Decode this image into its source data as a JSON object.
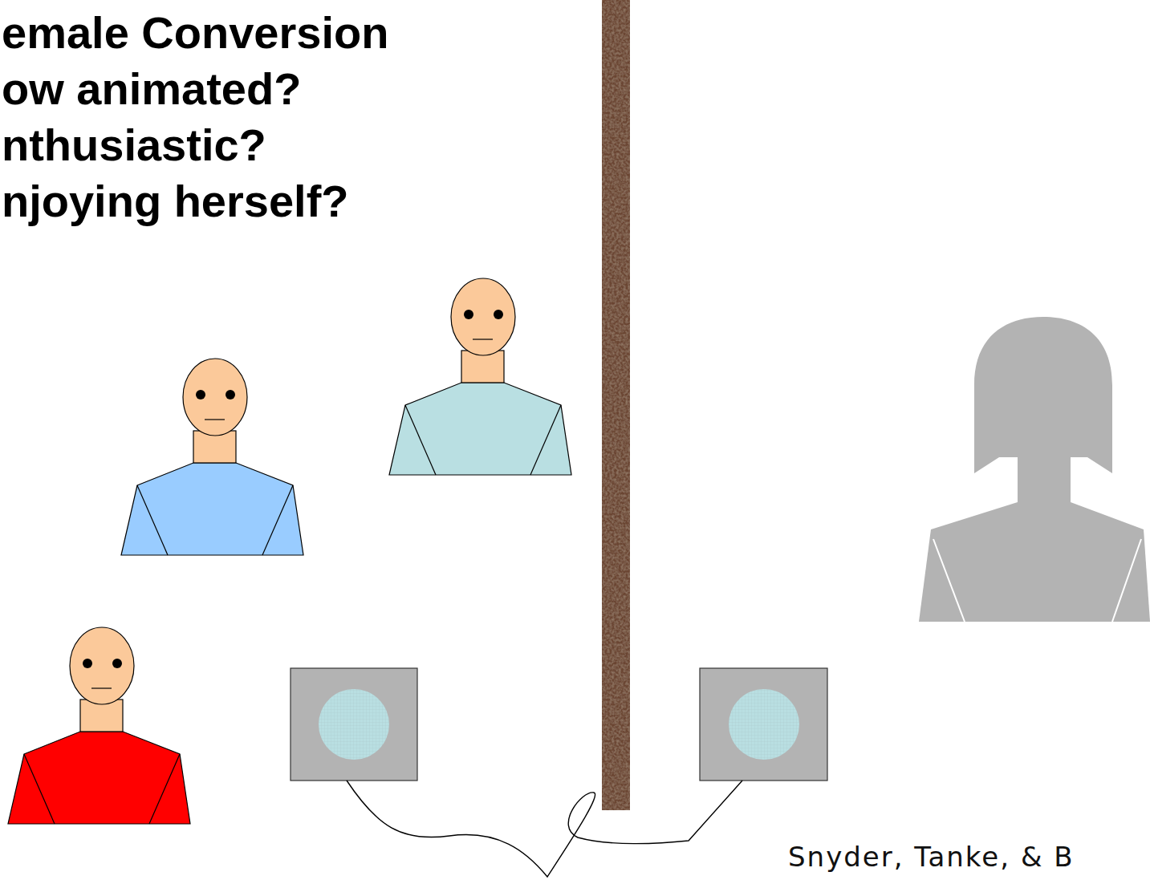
{
  "diagram": {
    "title": "emale Conversion",
    "labels": [
      "ow animated?",
      "nthusiastic?",
      "njoying herself?",
      "Snyder, Tanke, & B"
    ]
  }
}
